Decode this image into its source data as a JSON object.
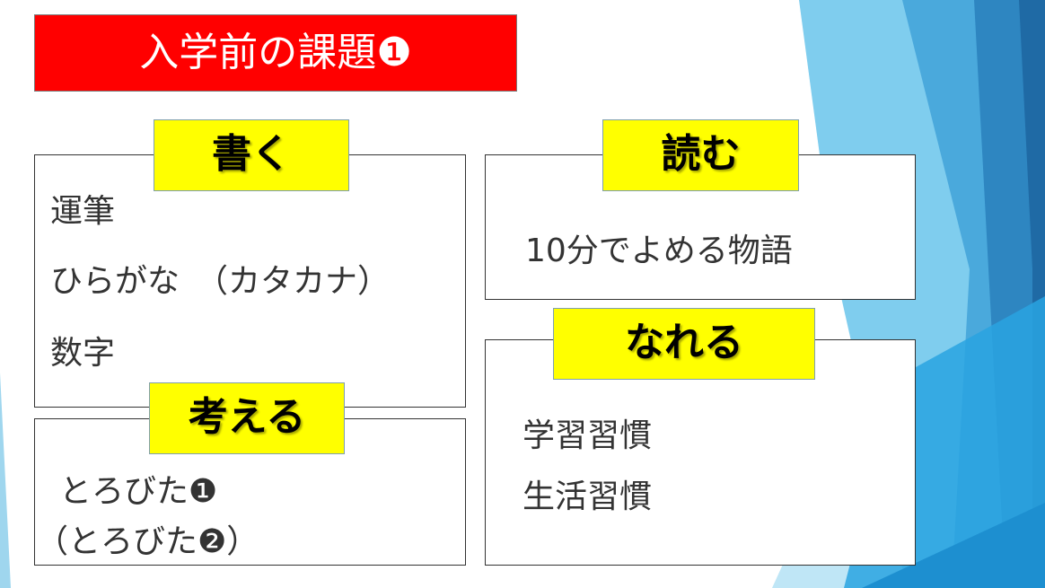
{
  "slide": {
    "title": "入学前の課題❶",
    "colors": {
      "title_bg": "#ff0000",
      "tag_bg": "#ffff00",
      "deco_blue": "#2e86c1"
    },
    "write": {
      "tag": "書く",
      "items": [
        "運筆",
        "ひらがな　（カタカナ）",
        "数字"
      ]
    },
    "read": {
      "tag": "読む",
      "items": [
        "10分でよめる物語"
      ]
    },
    "think": {
      "tag": "考える",
      "items": [
        "とろびた❶",
        "（とろびた❷）"
      ]
    },
    "habit": {
      "tag": "なれる",
      "items": [
        "学習習慣",
        "生活習慣"
      ]
    }
  }
}
